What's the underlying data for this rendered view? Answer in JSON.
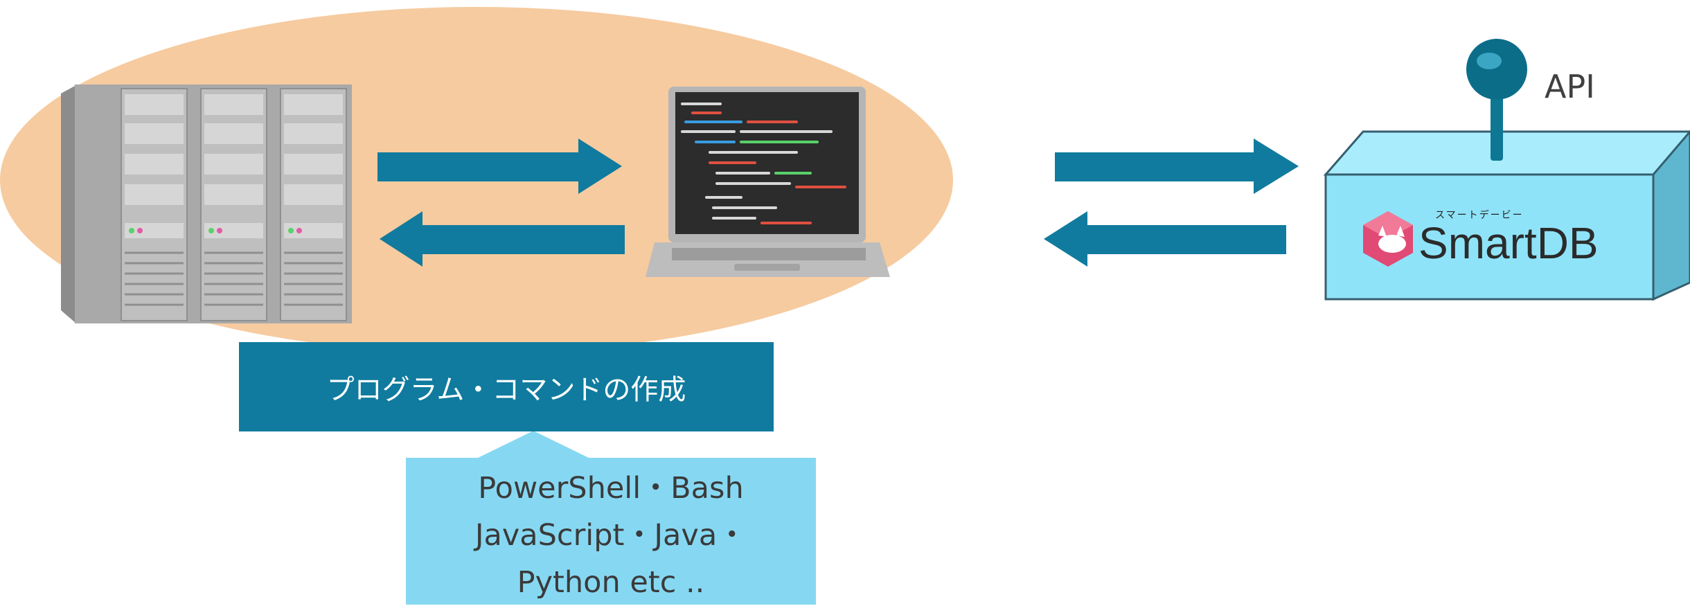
{
  "diagram": {
    "step_label": "プログラム・コマンドの作成",
    "languages": [
      "PowerShell・Bash",
      "JavaScript・Java・",
      "Python etc .."
    ],
    "api_label": "API",
    "db_brand_kana": "スマートデービー",
    "db_brand_name": "SmartDB"
  },
  "colors": {
    "ellipse": "#f6cba0",
    "arrow": "#107b9e",
    "label_box": "#107b9e",
    "callout": "#86d8f2",
    "db_box_front": "#8fe3f8",
    "db_box_side": "#5eb7cf",
    "db_box_top": "#a9ecfb",
    "logo_pink": "#e04a74"
  },
  "icons": [
    "server-rack-icon",
    "laptop-code-icon",
    "api-knob-icon",
    "database-box-icon",
    "smartdb-logo-icon"
  ]
}
